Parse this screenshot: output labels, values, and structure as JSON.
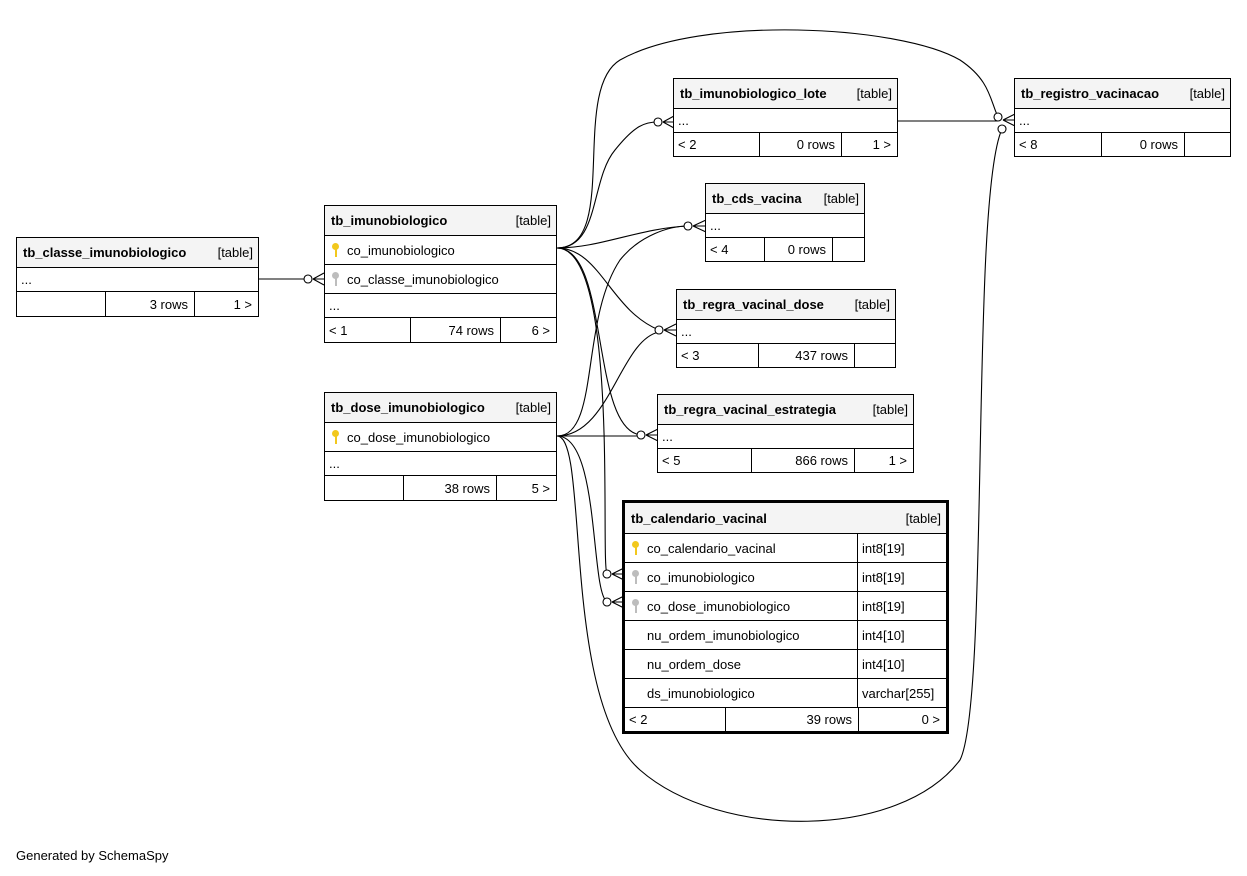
{
  "tables": {
    "classe": {
      "name": "tb_classe_imunobiologico",
      "kind": "[table]",
      "ellipsis": "...",
      "footer": [
        "",
        "3 rows",
        "1 >"
      ]
    },
    "imuno": {
      "name": "tb_imunobiologico",
      "kind": "[table]",
      "cols": [
        "co_imunobiologico",
        "co_classe_imunobiologico"
      ],
      "ellipsis": "...",
      "footer": [
        "< 1",
        "74 rows",
        "6 >"
      ]
    },
    "dose": {
      "name": "tb_dose_imunobiologico",
      "kind": "[table]",
      "cols": [
        "co_dose_imunobiologico"
      ],
      "ellipsis": "...",
      "footer": [
        "",
        "38 rows",
        "5 >"
      ]
    },
    "lote": {
      "name": "tb_imunobiologico_lote",
      "kind": "[table]",
      "ellipsis": "...",
      "footer": [
        "< 2",
        "0 rows",
        "1 >"
      ]
    },
    "cds": {
      "name": "tb_cds_vacina",
      "kind": "[table]",
      "ellipsis": "...",
      "footer": [
        "< 4",
        "0 rows",
        ""
      ]
    },
    "regra_dose": {
      "name": "tb_regra_vacinal_dose",
      "kind": "[table]",
      "ellipsis": "...",
      "footer": [
        "< 3",
        "437 rows",
        ""
      ]
    },
    "regra_estr": {
      "name": "tb_regra_vacinal_estrategia",
      "kind": "[table]",
      "ellipsis": "...",
      "footer": [
        "< 5",
        "866 rows",
        "1 >"
      ]
    },
    "registro": {
      "name": "tb_registro_vacinacao",
      "kind": "[table]",
      "ellipsis": "...",
      "footer": [
        "< 8",
        "0 rows",
        ""
      ]
    },
    "calendario": {
      "name": "tb_calendario_vacinal",
      "kind": "[table]",
      "cols": [
        {
          "name": "co_calendario_vacinal",
          "type": "int8[19]"
        },
        {
          "name": "co_imunobiologico",
          "type": "int8[19]"
        },
        {
          "name": "co_dose_imunobiologico",
          "type": "int8[19]"
        },
        {
          "name": "nu_ordem_imunobiologico",
          "type": "int4[10]"
        },
        {
          "name": "nu_ordem_dose",
          "type": "int4[10]"
        },
        {
          "name": "ds_imunobiologico",
          "type": "varchar[255]"
        }
      ],
      "footer": [
        "< 2",
        "39 rows",
        "0 >"
      ]
    }
  },
  "icons": {
    "primary_key": "yellow-key-icon",
    "foreign_key": "grey-key-icon"
  },
  "colors": {
    "pk": "#f2c81d",
    "fk": "#bdbdbd",
    "header_bg": "#f4f4f4"
  },
  "footer_note": "Generated by SchemaSpy"
}
